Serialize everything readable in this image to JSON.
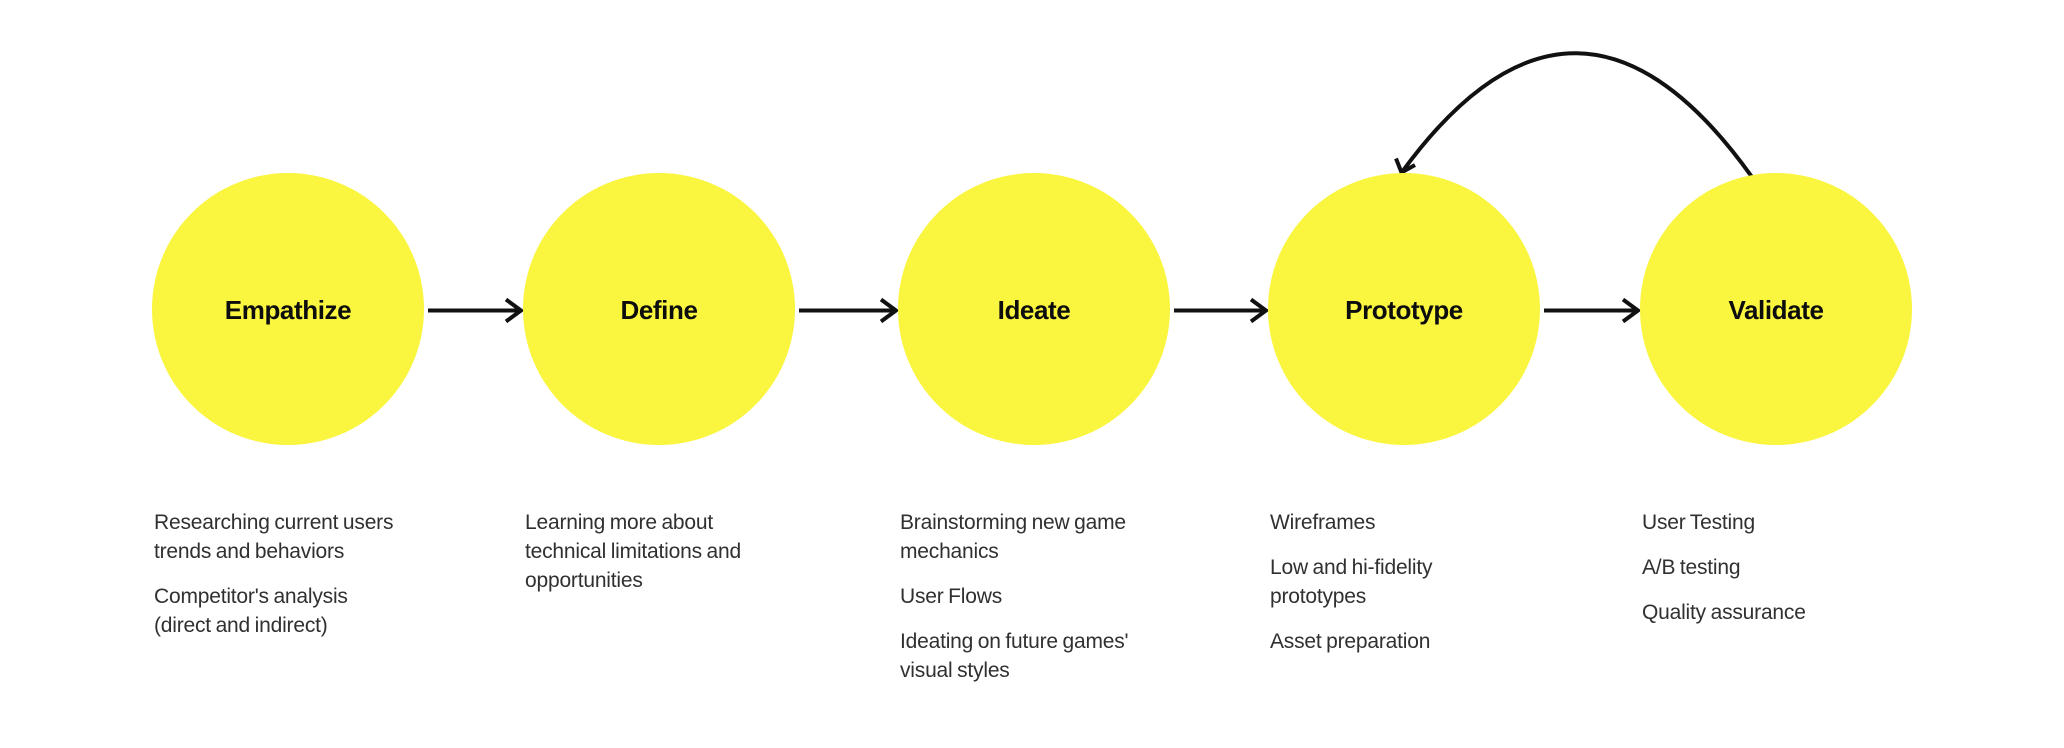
{
  "theme": {
    "circle-fill": "#FAF53E",
    "arrow-stroke": "#111111",
    "label-color": "#0D0D0D",
    "note-color": "#303030",
    "background": "#FFFFFF"
  },
  "stages": [
    {
      "label": "Empathize",
      "notes": [
        [
          "Researching current users",
          "trends and behaviors"
        ],
        [
          "Competitor's analysis",
          "(direct and indirect)"
        ]
      ]
    },
    {
      "label": "Define",
      "notes": [
        [
          "Learning more about",
          "technical limitations and",
          "opportunities"
        ]
      ]
    },
    {
      "label": "Ideate",
      "notes": [
        [
          "Brainstorming new game",
          "mechanics"
        ],
        [
          "User Flows"
        ],
        [
          "Ideating on future games'",
          "visual styles"
        ]
      ]
    },
    {
      "label": "Prototype",
      "notes": [
        [
          "Wireframes"
        ],
        [
          "Low and hi-fidelity",
          "prototypes"
        ],
        [
          "Asset preparation"
        ]
      ]
    },
    {
      "label": "Validate",
      "notes": [
        [
          "User Testing"
        ],
        [
          "A/B testing"
        ],
        [
          "Quality assurance"
        ]
      ]
    }
  ],
  "connections": {
    "forward": [
      [
        "Empathize",
        "Define"
      ],
      [
        "Define",
        "Ideate"
      ],
      [
        "Ideate",
        "Prototype"
      ],
      [
        "Prototype",
        "Validate"
      ]
    ],
    "feedback": [
      [
        "Validate",
        "Prototype"
      ]
    ]
  }
}
